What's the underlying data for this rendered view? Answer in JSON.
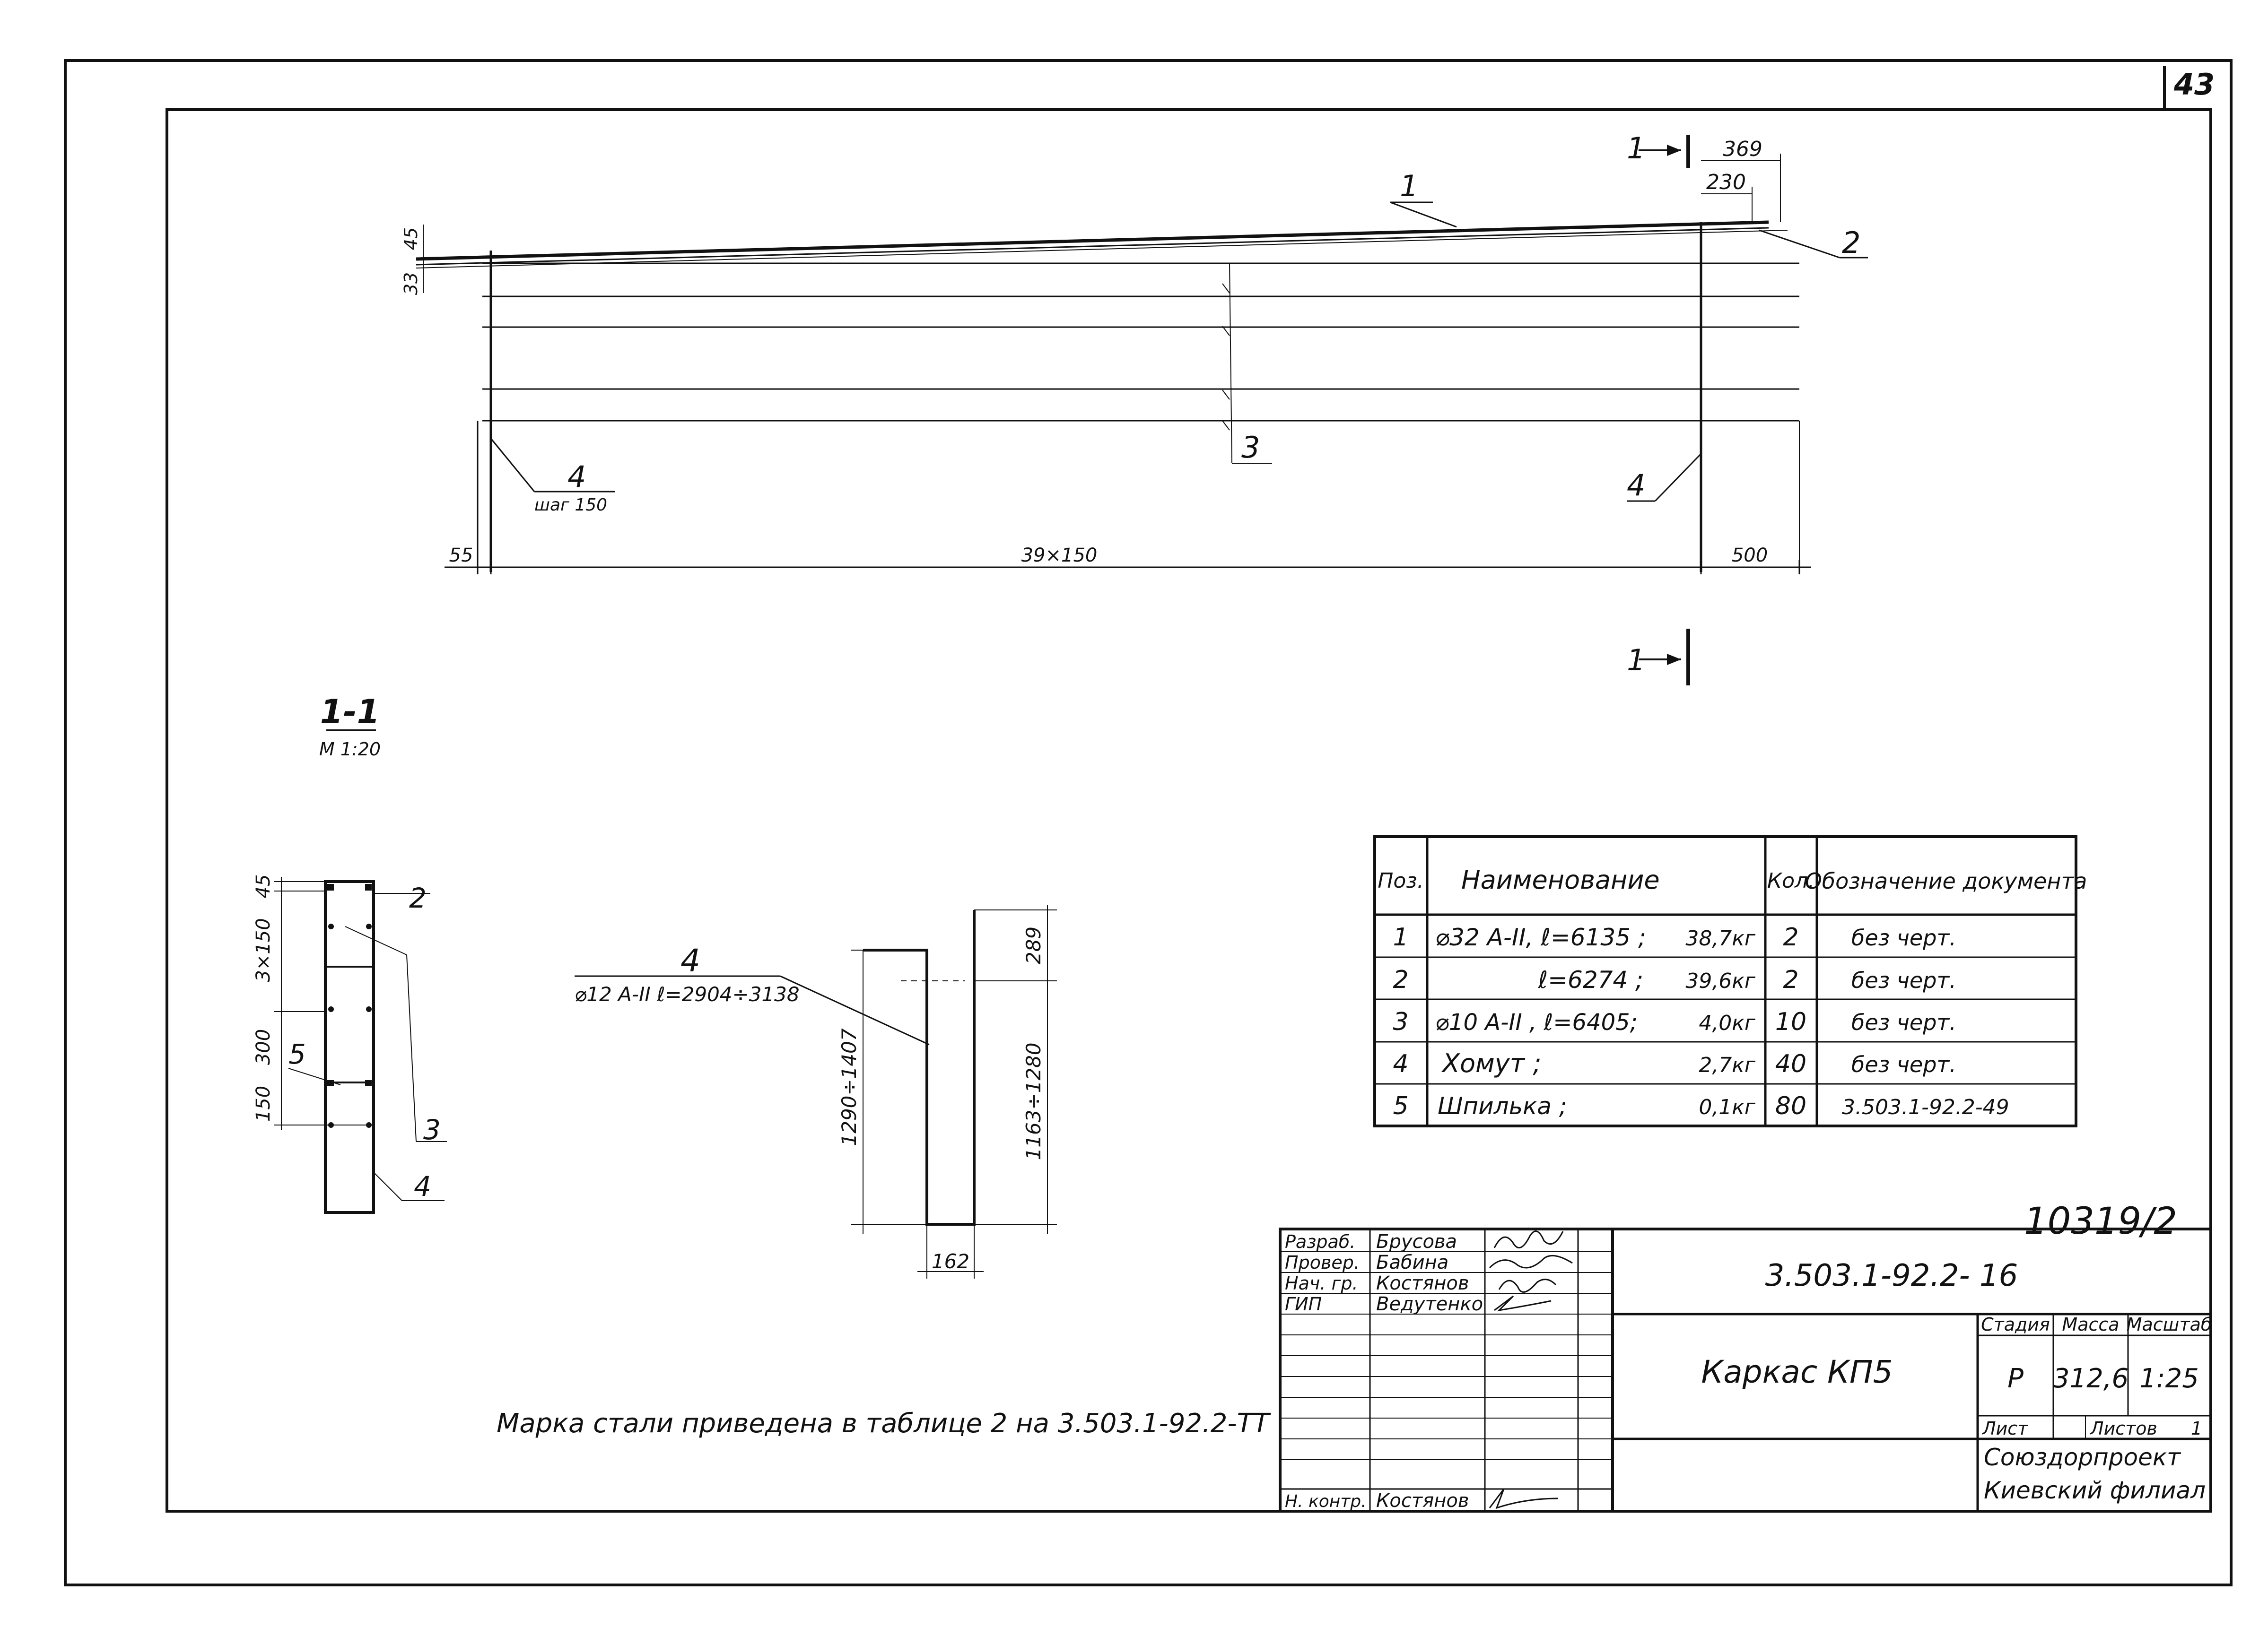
{
  "sheet_number": "43",
  "elevation": {
    "section_marker_label": "1",
    "pos_1": "1",
    "pos_2": "2",
    "pos_3": "3",
    "pos_4_left": "4",
    "pos_4_right": "4",
    "pitch_note": "шаг 150",
    "dim_369": "369",
    "dim_230": "230",
    "dim_45": "45",
    "dim_33": "33",
    "dim_55": "55",
    "dim_span": "39×150",
    "dim_500": "500"
  },
  "section": {
    "title": "1-1",
    "scale": "М 1:20",
    "dim_45": "45",
    "dim_3x150": "3×150",
    "dim_300": "300",
    "dim_150": "150",
    "pos_2": "2",
    "pos_3": "3",
    "pos_4": "4",
    "pos_5": "5"
  },
  "stirrup": {
    "pos": "4",
    "spec": "⌀12 А-II  ℓ=2904÷3138",
    "dim_289": "289",
    "dim_1290": "1290÷1407",
    "dim_1163": "1163÷1280",
    "dim_162": "162"
  },
  "spec_table": {
    "headers": {
      "pos": "Поз.",
      "name": "Наименование",
      "qty": "Кол.",
      "doc": "Обозначение документа"
    },
    "rows": [
      {
        "pos": "1",
        "name": "⌀32 А-II, ℓ=6135 ;",
        "mass": "38,7кг",
        "qty": "2",
        "doc": "без черт."
      },
      {
        "pos": "2",
        "name": "ℓ=6274 ;",
        "mass": "39,6кг",
        "qty": "2",
        "doc": "без черт."
      },
      {
        "pos": "3",
        "name": "⌀10 А-II , ℓ=6405;",
        "mass": "4,0кг",
        "qty": "10",
        "doc": "без черт."
      },
      {
        "pos": "4",
        "name": "Хомут ;",
        "mass": "2,7кг",
        "qty": "40",
        "doc": "без черт."
      },
      {
        "pos": "5",
        "name": "Шпилька ;",
        "mass": "0,1кг",
        "qty": "80",
        "doc": "3.503.1-92.2-49"
      }
    ]
  },
  "note": "Марка стали приведена в таблице 2 на 3.503.1-92.2-ТТ",
  "inventory_number": "10319/2",
  "title_block": {
    "staff": [
      {
        "role": "Разраб.",
        "name": "Брусова"
      },
      {
        "role": "Провер.",
        "name": "Бабина"
      },
      {
        "role": "Нач. гр.",
        "name": "Костянов"
      },
      {
        "role": "ГИП",
        "name": "Ведутенко"
      }
    ],
    "norm_control_role": "Н. контр.",
    "norm_control_name": "Костянов",
    "designation": "3.503.1-92.2- 16",
    "title": "Каркас КП5",
    "stage_label": "Стадия",
    "mass_label": "Масса",
    "scale_label": "Масштаб",
    "stage": "Р",
    "mass": "312,6",
    "scale": "1:25",
    "sheet_label": "Лист",
    "sheets_label": "Листов",
    "sheets": "1",
    "org_line1": "Союздорпроект",
    "org_line2": "Киевский филиал"
  }
}
